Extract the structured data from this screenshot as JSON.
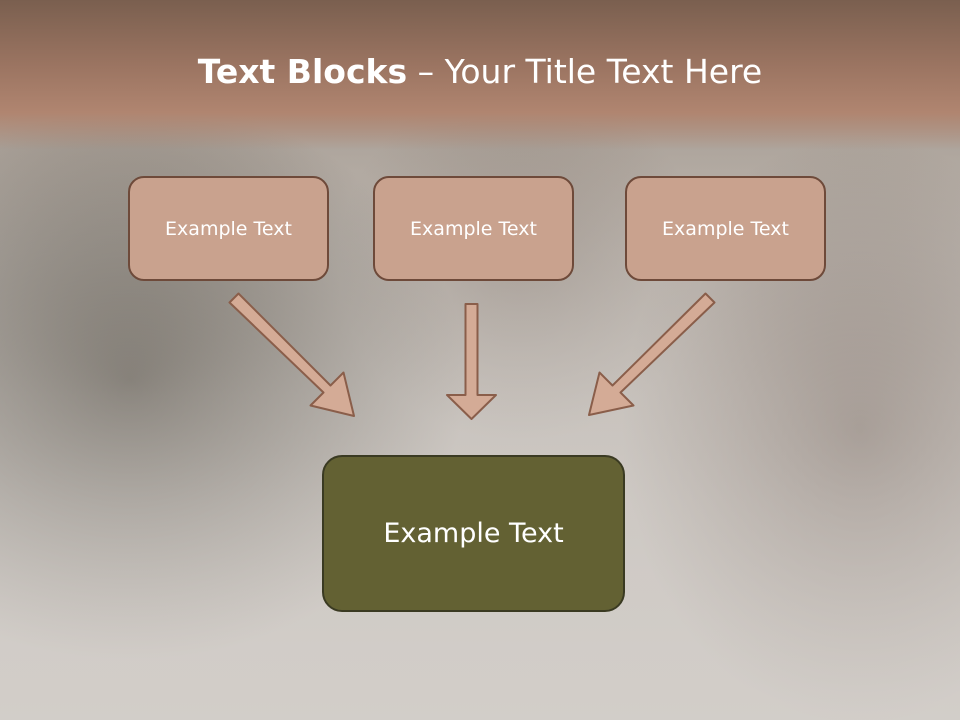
{
  "title": {
    "bold": "Text Blocks",
    "dash": " – ",
    "rest": "Your Title Text Here"
  },
  "boxes": [
    {
      "text": "Example Text"
    },
    {
      "text": "Example Text"
    },
    {
      "text": "Example Text"
    }
  ],
  "main_box": {
    "text": "Example Text"
  },
  "colors": {
    "box_fill": "#c9a28e",
    "box_border": "#6e4a3a",
    "main_box_fill": "#636133",
    "title_band": "#9c7562"
  }
}
